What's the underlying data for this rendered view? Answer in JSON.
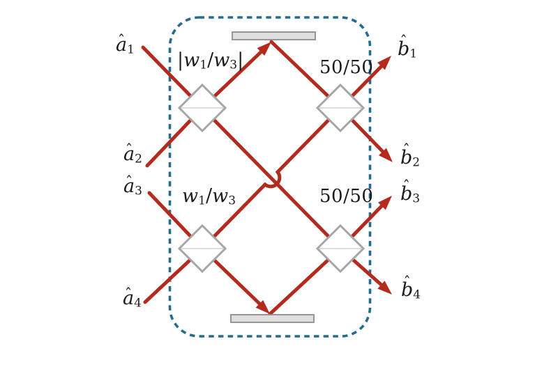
{
  "colors": {
    "beam": "#b42a1c",
    "boundary": "#256b8f",
    "mirror_fill": "#dfdfdf",
    "mirror_stroke": "#8c8c8c",
    "bs_fill": "#ffffff",
    "bs_stroke": "#a6a6a6",
    "bs_midline": "#d2d2d2",
    "text": "#1b1b1b"
  },
  "icons": {
    "beam_splitter": "diamond-with-horizontal-midline",
    "mirror": "gray-bar",
    "arrowhead": "triangle",
    "crossing_hop": "semicircle-arc",
    "boundary": "dashed-rounded-rectangle"
  },
  "labels": {
    "hat": "ˆ",
    "inputs": [
      {
        "base": "a",
        "sub": "1"
      },
      {
        "base": "a",
        "sub": "2"
      },
      {
        "base": "a",
        "sub": "3"
      },
      {
        "base": "a",
        "sub": "4"
      }
    ],
    "outputs": [
      {
        "base": "b",
        "sub": "1"
      },
      {
        "base": "b",
        "sub": "2"
      },
      {
        "base": "b",
        "sub": "3"
      },
      {
        "base": "b",
        "sub": "4"
      }
    ],
    "bs": {
      "top_left": {
        "open": "|",
        "w1": "w",
        "s1": "1",
        "slash": "/",
        "w2": "w",
        "s2": "3",
        "close": "|"
      },
      "bottom_left": {
        "open": "",
        "w1": "w",
        "s1": "1",
        "slash": "/",
        "w2": "w",
        "s2": "3",
        "close": ""
      },
      "top_right": "50/50",
      "bottom_right": "50/50"
    }
  }
}
